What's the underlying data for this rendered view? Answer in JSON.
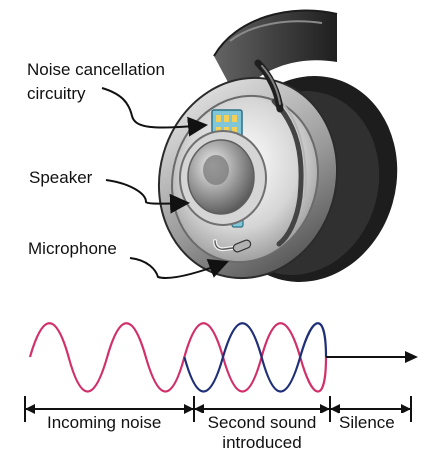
{
  "labels": {
    "noise_cancellation_line1": "Noise cancellation",
    "noise_cancellation_line2": "circuitry",
    "speaker": "Speaker",
    "microphone": "Microphone"
  },
  "timeline": {
    "incoming_noise": "Incoming noise",
    "second_sound_line1": "Second sound",
    "second_sound_line2": "introduced",
    "silence": "Silence"
  },
  "colors": {
    "incoming_wave": "#d1306a",
    "inverted_wave": "#1f2f78",
    "housing_dark": "#2f2f2f",
    "housing_mid": "#7d7d7d",
    "housing_light": "#cfcfcf",
    "circuit_board": "#7ec6d8",
    "chip": "#f3cf5a",
    "axis": "#111111"
  },
  "icons": {
    "headphone": "headphone-cutaway-icon",
    "speaker": "speaker-cone-icon",
    "circuit": "circuit-board-icon",
    "microphone": "microphone-icon",
    "arrow": "right-arrow-icon"
  }
}
